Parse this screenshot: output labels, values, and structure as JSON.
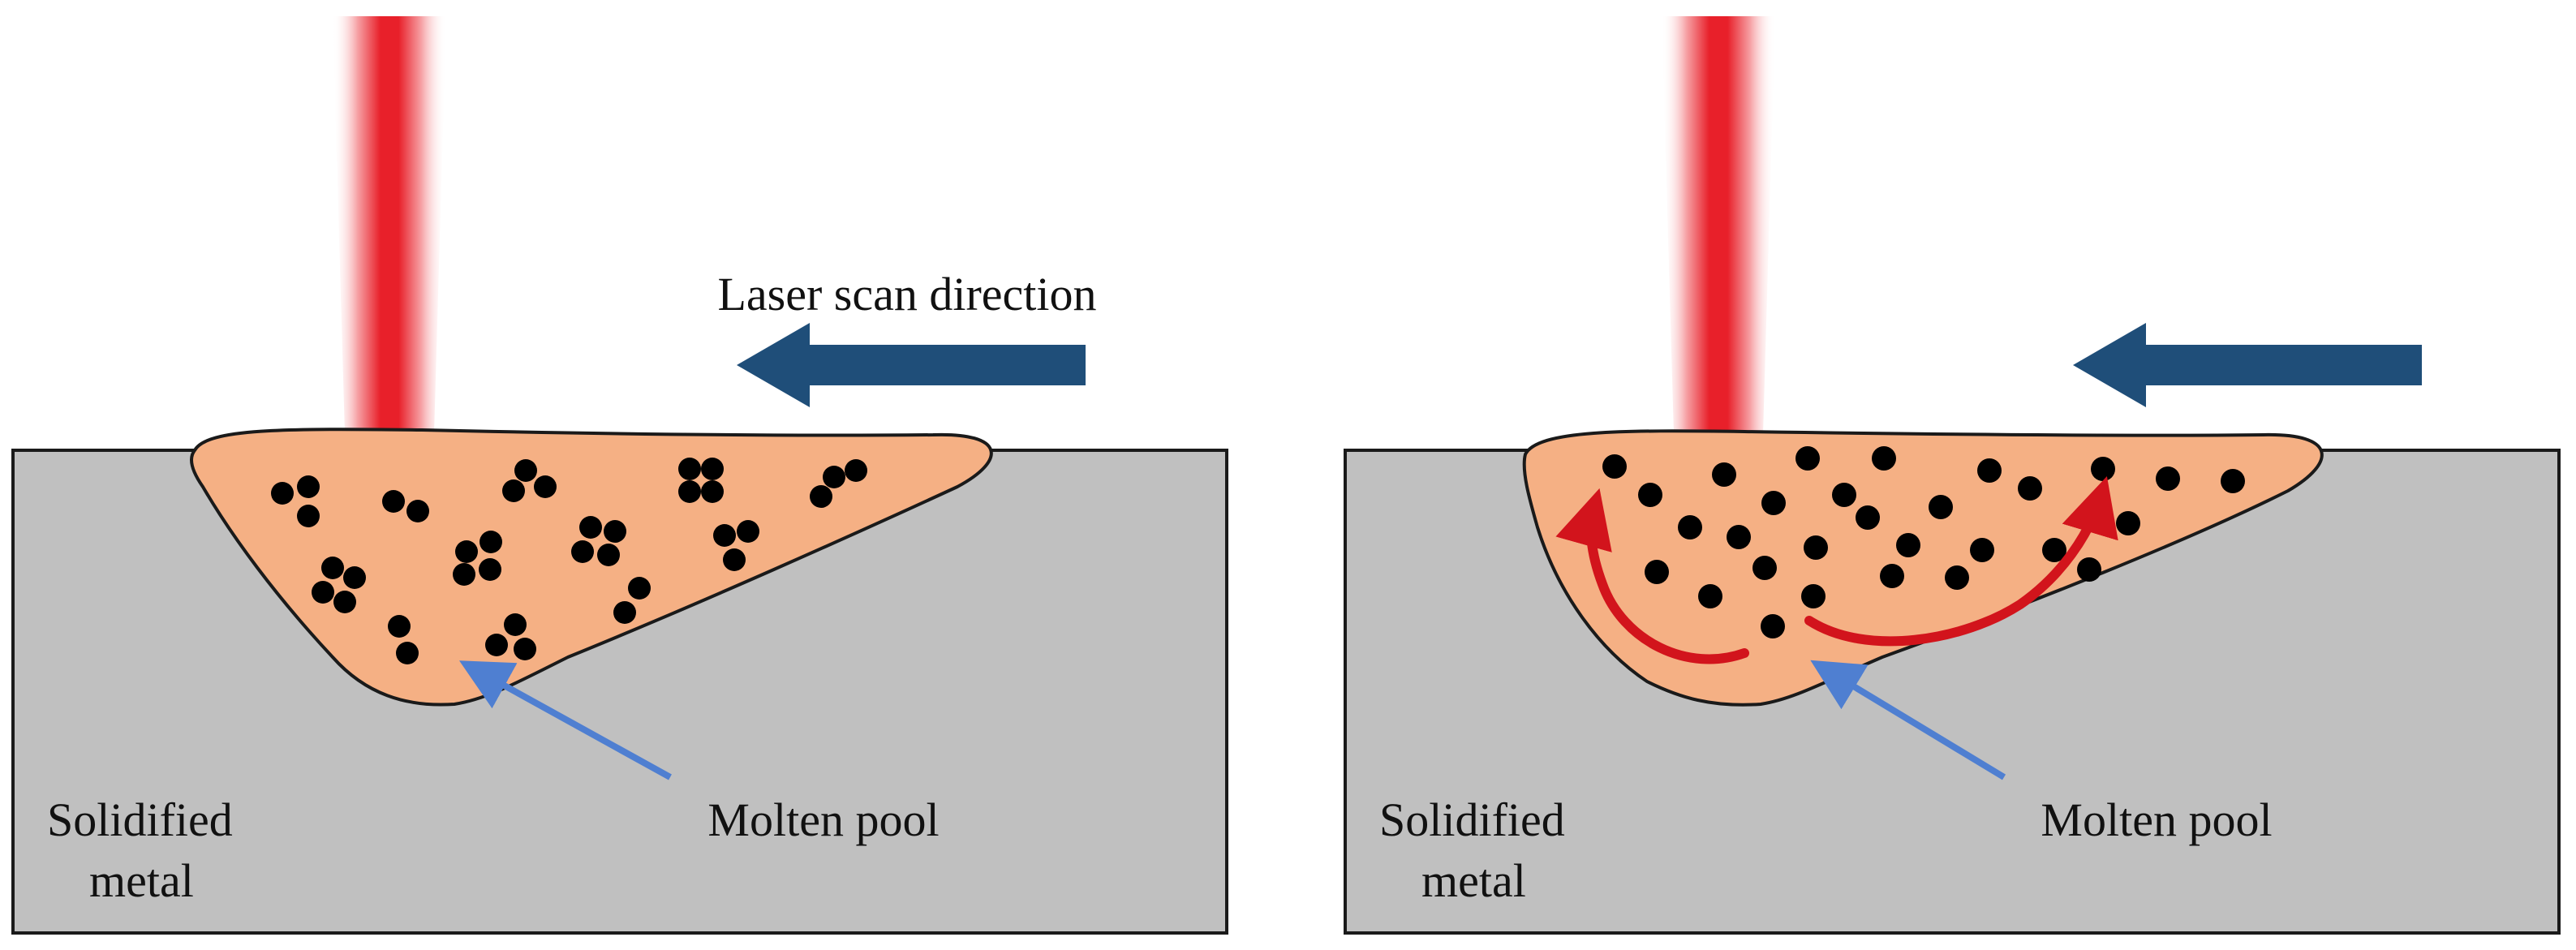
{
  "colors": {
    "background": "#ffffff",
    "substrate": "#c0c0c0",
    "molten_pool": "#f5b084",
    "laser": "#e8202a",
    "scan_arrow": "#1f4e79",
    "pointer_arrow": "#4f7fd1",
    "flow_arrow": "#d2141c",
    "particle": "#000000"
  },
  "panels": [
    {
      "id": "left",
      "scan_direction_label": "Laser scan direction",
      "molten_pool_label": "Molten pool",
      "solid_label_line1": "Solidified",
      "solid_label_line2": "metal",
      "particle_state": "agglomerated"
    },
    {
      "id": "right",
      "molten_pool_label": "Molten pool",
      "solid_label_line1": "Solidified",
      "solid_label_line2": "metal",
      "particle_state": "dispersed",
      "flow": "marangoni-convection"
    }
  ],
  "icons": [
    "laser-beam-icon",
    "scan-direction-arrow-icon",
    "pointer-arrow-icon",
    "flow-arrow-icon",
    "particle-icon"
  ]
}
